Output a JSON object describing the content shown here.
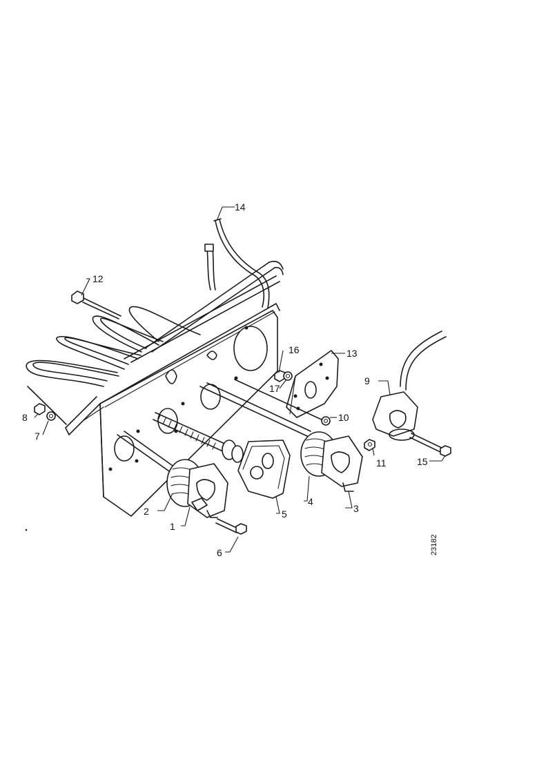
{
  "diagram": {
    "reference_code": "23182",
    "callouts": [
      "1",
      "2",
      "3",
      "4",
      "5",
      "6",
      "7",
      "8",
      "9",
      "10",
      "11",
      "12",
      "13",
      "14",
      "15",
      "16",
      "17"
    ]
  },
  "colors": {
    "line": "#1a1a1a",
    "background": "#ffffff"
  }
}
